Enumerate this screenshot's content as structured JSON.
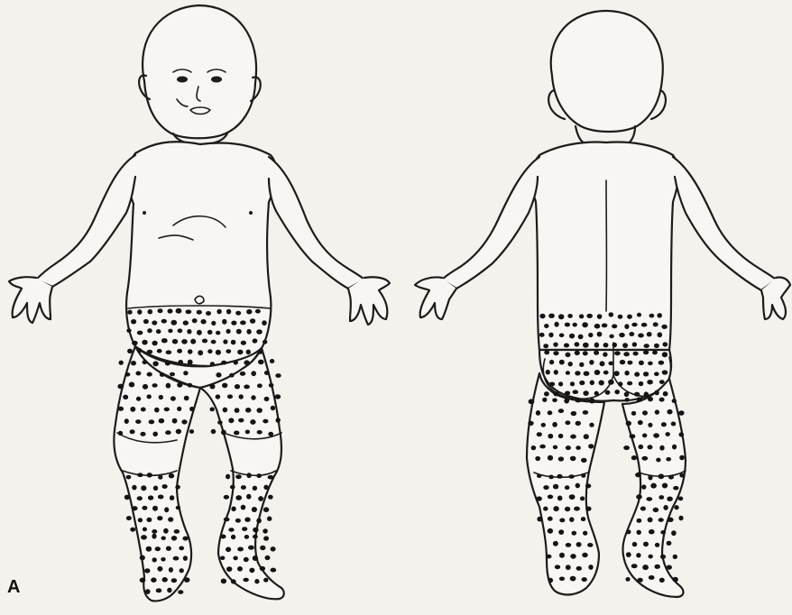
{
  "figure": {
    "panel_label": "A"
  },
  "views": [
    {
      "key": "front",
      "dot_regions": [
        "lower-abdomen",
        "right-thigh",
        "left-thigh",
        "right-lower-leg",
        "left-lower-leg",
        "right-foot",
        "left-foot"
      ]
    },
    {
      "key": "back",
      "dot_regions": [
        "lower-back",
        "buttocks",
        "right-thigh",
        "left-thigh",
        "right-lower-leg",
        "left-lower-leg",
        "right-foot",
        "left-foot"
      ]
    }
  ],
  "colors": {
    "paper": "#f3f2ed",
    "ink": "#1c1c1c",
    "lesion_dot": "#141414"
  }
}
